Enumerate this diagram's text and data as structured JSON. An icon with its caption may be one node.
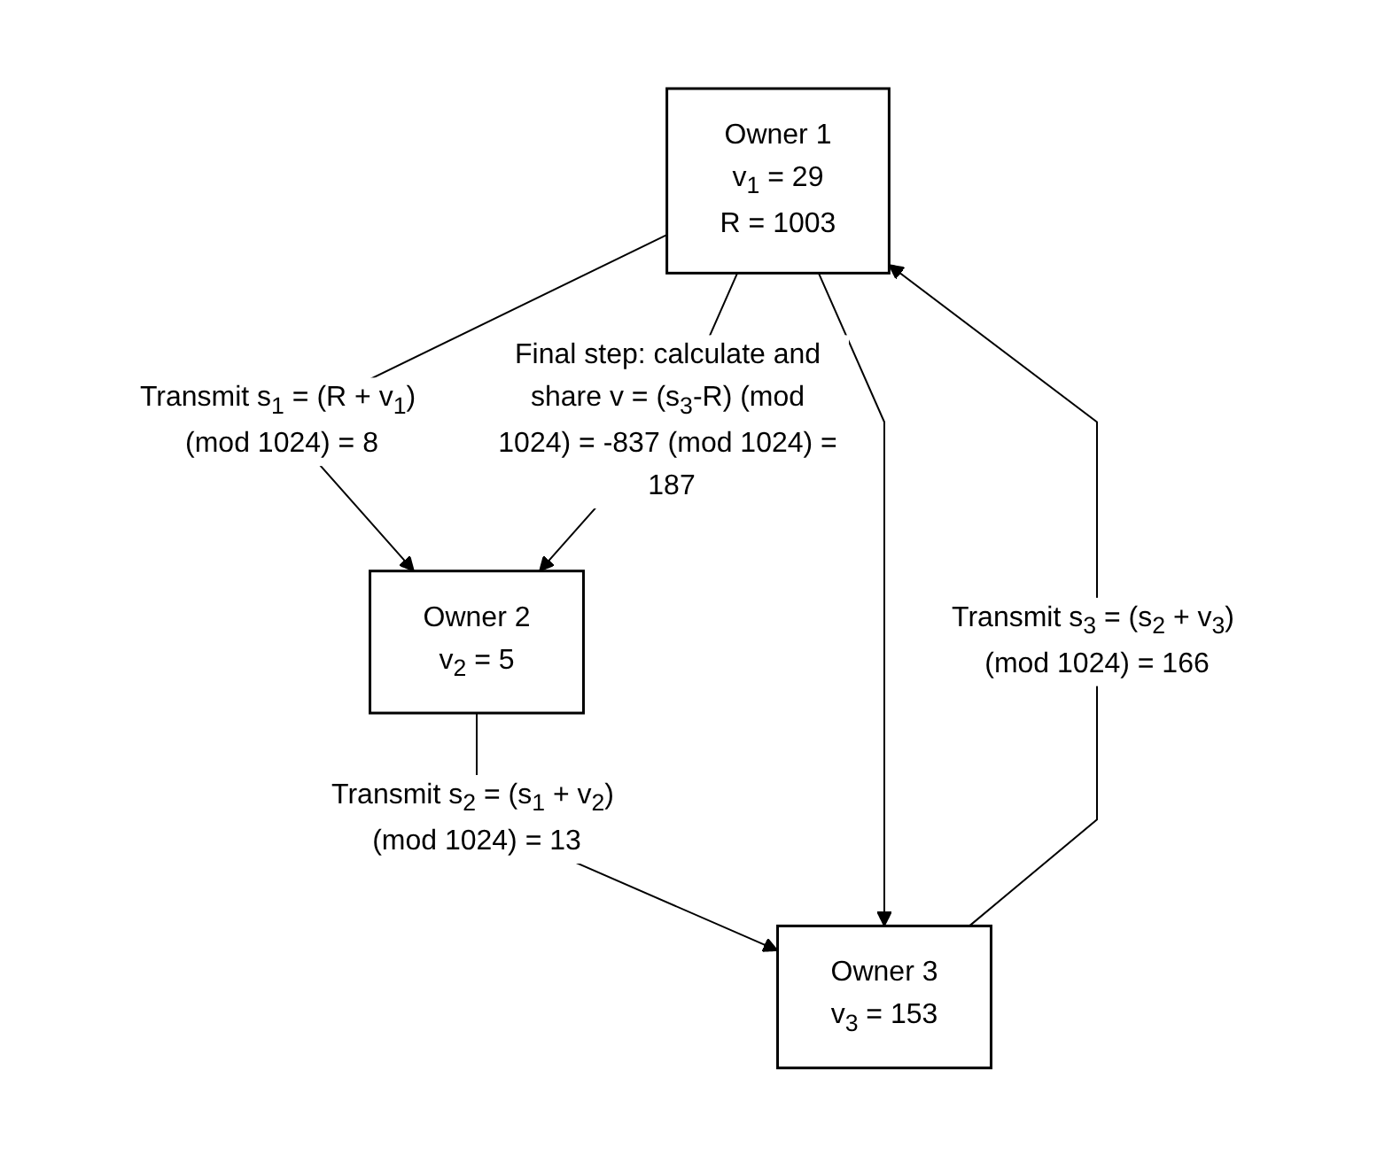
{
  "diagram": {
    "nodes": [
      {
        "text": [
          "Owner 1",
          "v$_{1}$ = 29",
          "R = 1003"
        ]
      },
      {
        "text": [
          "Owner 2",
          "v$_{2}$ = 5"
        ]
      },
      {
        "text": [
          "Owner 3",
          "v$_{3}$ = 153"
        ]
      }
    ],
    "edges": [
      {
        "from": 0,
        "to": 1,
        "arrow": "to",
        "label": "Transmit s$_{1}$ = (R + v$_{1}$) (mod 1024) = 8"
      },
      {
        "from": 1,
        "to": 2,
        "arrow": "to",
        "label": "Transmit s$_{2}$ = (s$_{1}$ + v$_{2}$) (mod 1024) = 13"
      },
      {
        "from": 2,
        "to": 0,
        "arrow": "to",
        "label": "Transmit s$_{3}$ = (s$_{2}$ + v$_{3}$) (mod 1024) = 166"
      },
      {
        "from": 0,
        "to": 1,
        "arrow": "to",
        "label": "Final step: calculate and share v = (s$_{3}$-R) (mod 1024) = -837 (mod 1024) = 187"
      },
      {
        "from": 0,
        "to": 2,
        "arrow": "to"
      }
    ]
  }
}
